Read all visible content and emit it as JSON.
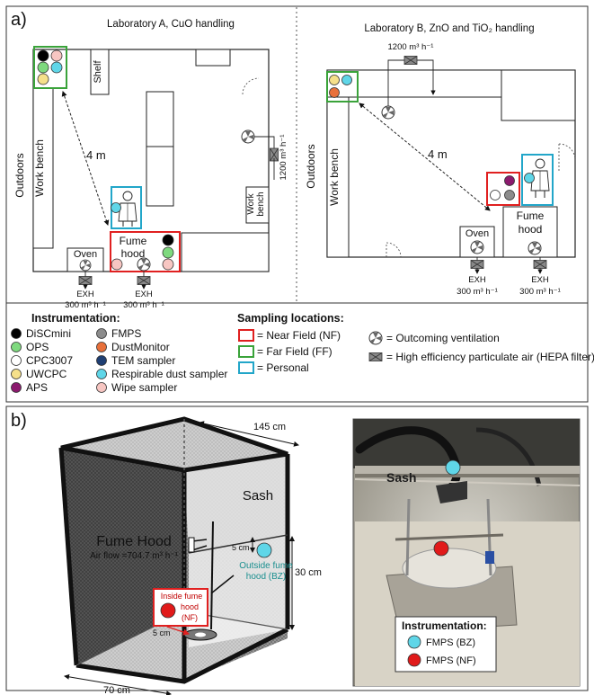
{
  "panel_a": {
    "label": "a)",
    "lab_a": {
      "title": "Laboratory A, CuO handling",
      "outdoors": "Outdoors",
      "work_bench": "Work bench",
      "shelf": "Shelf",
      "distance": "4 m",
      "fume_hood": [
        "Fume",
        "hood"
      ],
      "oven": "Oven",
      "work_bench_small": [
        "Work",
        "bench"
      ],
      "supply_airflow": "1200 m³ h⁻¹",
      "exhausts": [
        {
          "label": "EXH",
          "airflow": "300 m³ h⁻¹"
        },
        {
          "label": "EXH",
          "airflow": "300 m³ h⁻¹"
        }
      ]
    },
    "lab_b": {
      "title": "Laboratory B, ZnO and TiO₂ handling",
      "outdoors": "Outdoors",
      "work_bench": "Work bench",
      "distance": "4 m",
      "fume_hood": [
        "Fume",
        "hood"
      ],
      "oven": "Oven",
      "supply_airflow": "1200 m³ h⁻¹",
      "exhausts": [
        {
          "label": "EXH",
          "airflow": "300 m³ h⁻¹"
        },
        {
          "label": "EXH",
          "airflow": "300 m³ h⁻¹"
        }
      ]
    }
  },
  "legend": {
    "instrumentation_title": "Instrumentation:",
    "instruments": [
      {
        "name": "DiSCmini",
        "color": "#000000"
      },
      {
        "name": "OPS",
        "color": "#7ed97e"
      },
      {
        "name": "CPC3007",
        "color": "#ffffff"
      },
      {
        "name": "UWCPC",
        "color": "#f5e08a"
      },
      {
        "name": "APS",
        "color": "#8b1a6e"
      },
      {
        "name": "FMPS",
        "color": "#8c8c8c"
      },
      {
        "name": "DustMonitor",
        "color": "#e8703a"
      },
      {
        "name": "TEM sampler",
        "color": "#1f3f73"
      },
      {
        "name": "Respirable dust sampler",
        "color": "#5fd6e8"
      },
      {
        "name": "Wipe sampler",
        "color": "#f7c6c2"
      }
    ],
    "sampling_title": "Sampling locations:",
    "sampling": [
      {
        "label": "= Near Field (NF)",
        "color": "#e02020"
      },
      {
        "label": "= Far Field (FF)",
        "color": "#3aa33a"
      },
      {
        "label": "= Personal",
        "color": "#22a6c9"
      }
    ],
    "ventilation": "= Outcoming ventilation",
    "hepa": "= High efficiency particulate air (HEPA filter)"
  },
  "panel_b": {
    "label": "b)",
    "dim_top": "145 cm",
    "dim_bottom": "70 cm",
    "dim_side": "30 cm",
    "sash": "Sash",
    "fume_hood": "Fume Hood",
    "air_flow": "Air flow =704.7 m³ h⁻¹",
    "gap": "5 cm",
    "gap_nf": "5 cm",
    "outside": [
      "Outside fume",
      "hood (BZ)"
    ],
    "inside": [
      "Inside fume",
      "hood",
      "(NF)"
    ],
    "photo_sash": "Sash",
    "photo_legend": {
      "title": "Instrumentation:",
      "items": [
        {
          "label": "FMPS (BZ)",
          "color": "#5fd6e8"
        },
        {
          "label": "FMPS (NF)",
          "color": "#e11a1a"
        }
      ]
    }
  }
}
